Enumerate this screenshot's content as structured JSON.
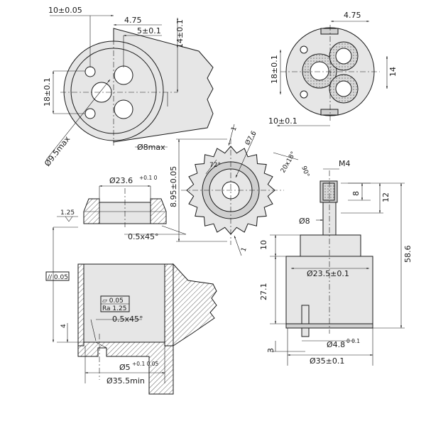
{
  "view_top_left": {
    "dim_width_10": "10±0.05",
    "dim_offset_475": "4.75",
    "dim_offset_5": "5±0.1",
    "dim_vert_14": "14±0.1",
    "dim_vert_18": "18±0.1",
    "dim_hole_95": "Ø9.5max",
    "dim_bore_8": "Ø8max"
  },
  "view_top_right": {
    "dim_475": "4.75",
    "dim_18": "18±0.1",
    "dim_14": "14",
    "dim_10": "10±0.1"
  },
  "view_splined": {
    "dim_895": "8.95±0.05",
    "dim_1_top": "1",
    "dim_76": "Ø7.6",
    "dim_72": "72°",
    "dim_20x18": "20x18°",
    "dim_90": "90°",
    "dim_1_bottom": "1"
  },
  "view_ring": {
    "dim_236": "Ø23.6",
    "dim_236_tol": "+0.1 0",
    "dim_chamfer": "0.5x45°",
    "dim_125": "1.25"
  },
  "view_section": {
    "dim_parallel": "// 0.05",
    "dim_flat_box": "▱ 0.05",
    "dim_ra": "Ra 1.25",
    "dim_chamfer": "0.5x45°",
    "dim_4": "4",
    "dim_5": "Ø5",
    "dim_5_tol": "+0.1 0.05",
    "dim_355": "Ø35.5min"
  },
  "view_cartridge": {
    "dim_m4": "M4",
    "dim_8h": "8",
    "dim_12": "12",
    "dim_d8": "Ø8",
    "dim_10": "10",
    "dim_586": "58.6",
    "dim_235": "Ø23.5±0.1",
    "dim_271": "27.1",
    "dim_48": "Ø4.8",
    "dim_48_tol": "0 0.1",
    "dim_3": "3",
    "dim_35": "Ø35±0.1"
  }
}
